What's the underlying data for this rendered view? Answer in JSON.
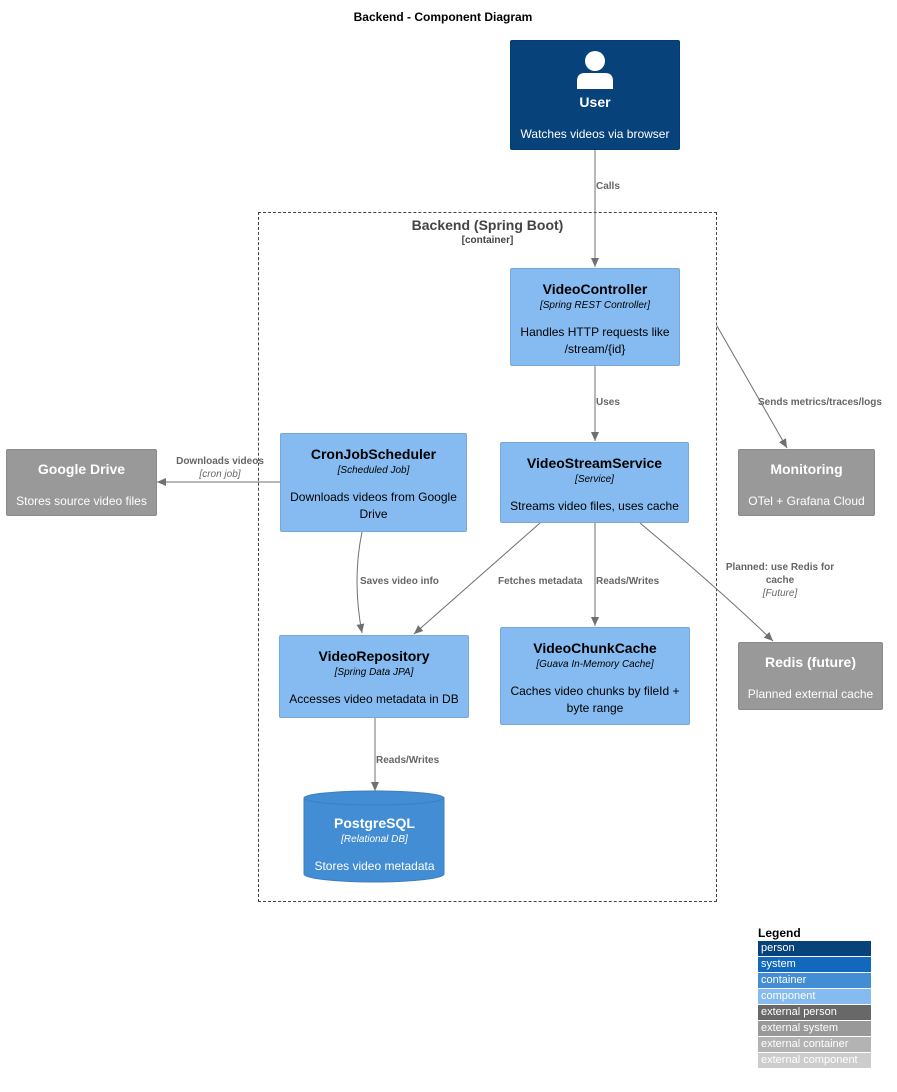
{
  "title": "Backend - Component Diagram",
  "boundary": {
    "name": "Backend (Spring Boot)",
    "type": "[container]"
  },
  "nodes": {
    "user": {
      "name": "User",
      "desc": "Watches videos via browser",
      "icon": "person-icon"
    },
    "video_controller": {
      "name": "VideoController",
      "tech": "[Spring REST Controller]",
      "desc1": "Handles HTTP requests like",
      "desc2": "/stream/{id}"
    },
    "cron_job_scheduler": {
      "name": "CronJobScheduler",
      "tech": "[Scheduled Job]",
      "desc1": "Downloads videos from Google",
      "desc2": "Drive"
    },
    "video_stream_service": {
      "name": "VideoStreamService",
      "tech": "[Service]",
      "desc": "Streams video files, uses cache"
    },
    "video_repository": {
      "name": "VideoRepository",
      "tech": "[Spring Data JPA]",
      "desc": "Accesses video metadata in DB"
    },
    "video_chunk_cache": {
      "name": "VideoChunkCache",
      "tech": "[Guava In-Memory Cache]",
      "desc1": "Caches video chunks by fileId +",
      "desc2": "byte range"
    },
    "postgresql": {
      "name": "PostgreSQL",
      "tech": "[Relational DB]",
      "desc": "Stores video metadata"
    },
    "google_drive": {
      "name": "Google Drive",
      "desc": "Stores source video files"
    },
    "monitoring": {
      "name": "Monitoring",
      "desc": "OTel + Grafana Cloud"
    },
    "redis": {
      "name": "Redis (future)",
      "desc": "Planned external cache"
    }
  },
  "edges": {
    "calls": "Calls",
    "uses": "Uses",
    "downloads": "Downloads videos",
    "downloads_tech": "[cron job]",
    "metrics": "Sends metrics/traces/logs",
    "saves": "Saves video info",
    "fetches": "Fetches metadata",
    "reads_writes_cache": "Reads/Writes",
    "redis1": "Planned: use Redis for",
    "redis2": "cache",
    "redis_tech": "[Future]",
    "reads_writes_db": "Reads/Writes"
  },
  "legend": {
    "title": "Legend",
    "items": [
      {
        "label": "person",
        "color": "#08427b"
      },
      {
        "label": "system",
        "color": "#1168bd"
      },
      {
        "label": "container",
        "color": "#438dd5"
      },
      {
        "label": "component",
        "color": "#85bbf0"
      },
      {
        "label": "external person",
        "color": "#686868"
      },
      {
        "label": "external system",
        "color": "#999999"
      },
      {
        "label": "external container",
        "color": "#b3b3b3"
      },
      {
        "label": "external component",
        "color": "#cccccc"
      }
    ]
  }
}
